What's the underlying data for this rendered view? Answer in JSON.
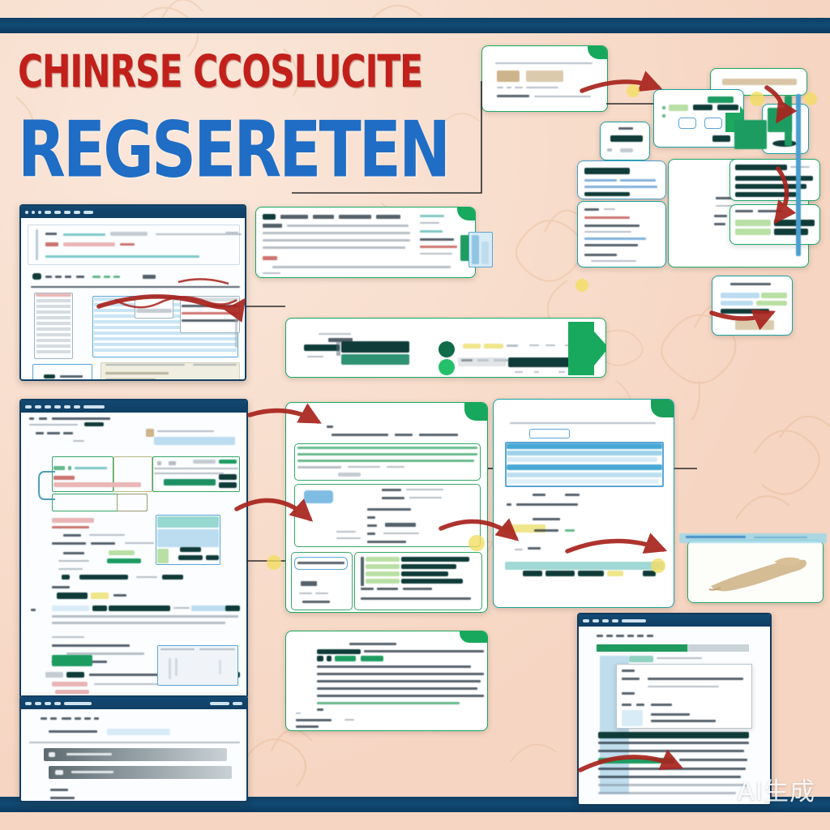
{
  "poster": {
    "title_line1": "CHINRSE CCOSLUCITE",
    "title_line2": "REGSERETEN",
    "watermark": "AI生成",
    "colors": {
      "background": "#f6d5c2",
      "frame_bar": "#114a74",
      "title_red": "#c1201b",
      "title_blue": "#1f6dc4",
      "card_green": "#17a95e",
      "card_teal": "#18a2a0",
      "arrow_red": "#a8231d",
      "window_chrome": "#123f63"
    }
  },
  "frame": {
    "top_bar_label": "top-frame-bar",
    "bottom_bar_label": "bottom-frame-bar"
  },
  "panels": [
    {
      "id": "win-form-top-left",
      "type": "window",
      "title_bar": "browser-toolbar",
      "caption": "form entry window with search row, data table and footer note"
    },
    {
      "id": "card-text-top-mid",
      "type": "card",
      "caption": "paragraph card with side note column"
    },
    {
      "id": "card-wide-mid",
      "type": "card",
      "caption": "wide green panel with dark bars and two status circles"
    },
    {
      "id": "win-main-bottom-left",
      "type": "window",
      "caption": "large application window with forms, tables and notes"
    },
    {
      "id": "win-list-bottom-left",
      "type": "window",
      "caption": "secondary window with grey gradient list rows"
    },
    {
      "id": "card-mid-center",
      "type": "card",
      "caption": "green card stack: paragraph, detail block and chart block"
    },
    {
      "id": "card-table-right",
      "type": "card",
      "caption": "form card with blue striped table and footer bar"
    },
    {
      "id": "card-text-bottom-center",
      "type": "card",
      "caption": "long text card with highlighted block"
    },
    {
      "id": "win-doc-bottom-right",
      "type": "window",
      "caption": "document window with green progress bar and nested dialog"
    },
    {
      "id": "card-image-right",
      "type": "card",
      "caption": "small card with tan illustration"
    },
    {
      "id": "cluster-top-right",
      "type": "card-cluster",
      "caption": "cluster of small screenshots linked by red arrows"
    }
  ],
  "connector": {
    "label": "red-curved-arrow",
    "count": 9
  }
}
